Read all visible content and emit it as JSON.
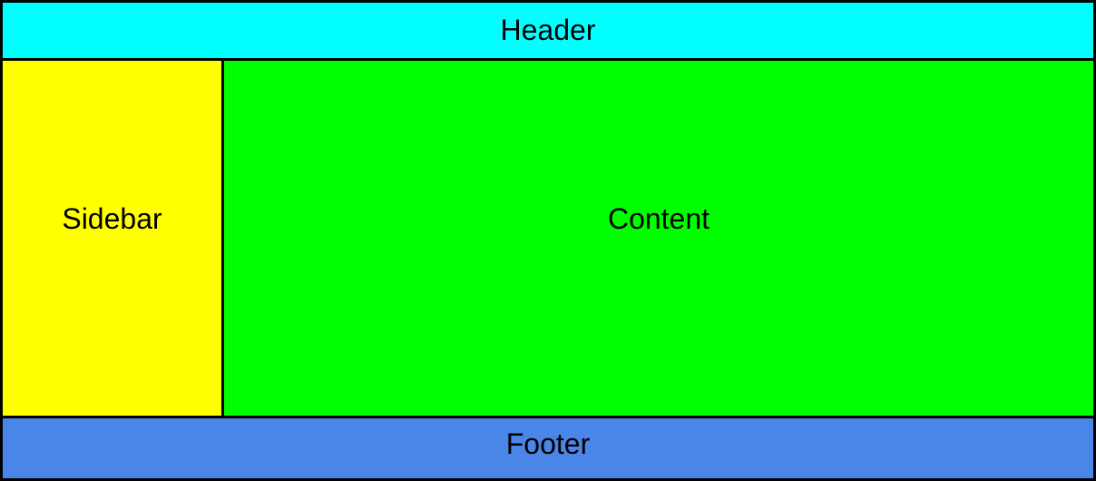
{
  "layout": {
    "header": {
      "label": "Header",
      "bg": "#00ffff"
    },
    "sidebar": {
      "label": "Sidebar",
      "bg": "#ffff00"
    },
    "content": {
      "label": "Content",
      "bg": "#00ff00"
    },
    "footer": {
      "label": "Footer",
      "bg": "#4a86e8"
    }
  },
  "colors": {
    "border": "#000000",
    "text": "#000000"
  }
}
